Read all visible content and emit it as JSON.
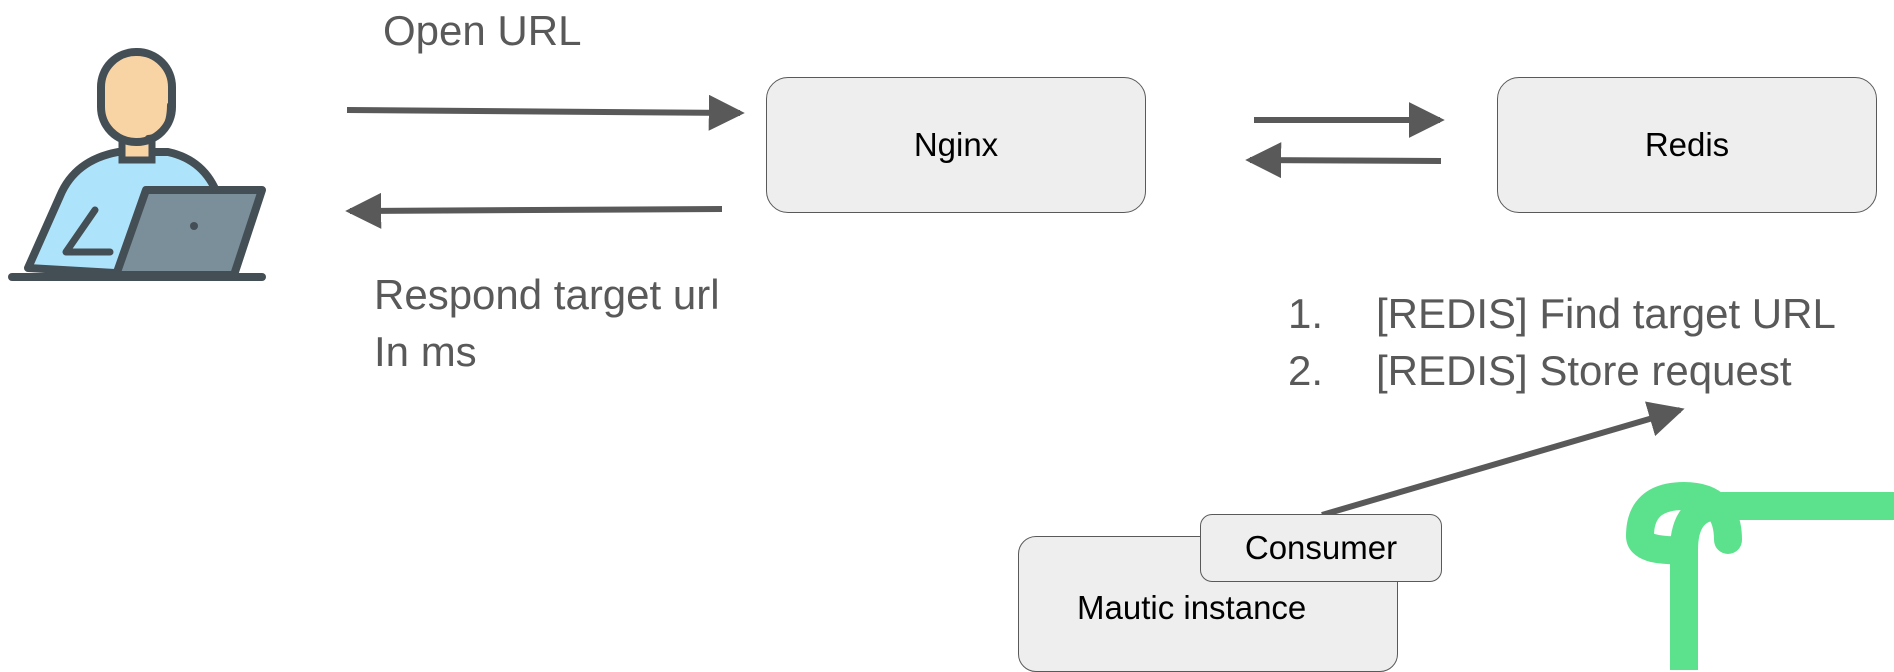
{
  "diagram": {
    "nodes": {
      "nginx": "Nginx",
      "redis": "Redis",
      "consumer": "Consumer",
      "mautic": "Mautic instance"
    },
    "labels": {
      "open_url": "Open URL",
      "respond_line1": "Respond target url",
      "respond_line2": "In ms"
    },
    "steps": [
      {
        "num": "1.",
        "text": "[REDIS] Find target URL"
      },
      {
        "num": "2.",
        "text": "[REDIS] Store request"
      }
    ],
    "colors": {
      "arrow": "#595959",
      "box_fill": "#eeeeee",
      "logo_green": "#5ce28d",
      "person_shirt": "#aee4fb",
      "person_skin": "#f8d3a4",
      "laptop": "#7a8f9a"
    },
    "icons": {
      "user": "person-at-laptop-icon",
      "logo": "green-loop-logo"
    }
  }
}
